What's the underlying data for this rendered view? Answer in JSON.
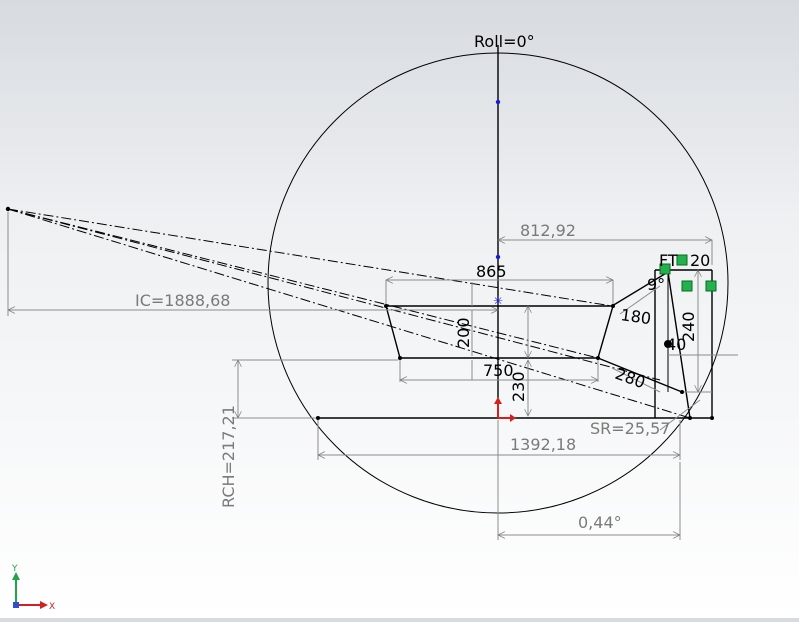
{
  "sketch": {
    "roll_label": "Roll=0°",
    "dimensions": {
      "width_top": "812,92",
      "width_865": "865",
      "ic": "IC=1888,68",
      "height_200": "200",
      "width_750": "750",
      "height_230": "230",
      "arm_180": "180",
      "arm_280": "280",
      "height_240": "240",
      "dim_40": "40",
      "angle_9": "9°",
      "rch": "RCH=217,21",
      "width_1392": "1392,18",
      "sr": "SR=25,57",
      "angle_044": "0,44°",
      "ft_label": "FT",
      "dim_20": "20"
    }
  },
  "triad": {
    "x_label": "X",
    "y_label": "Y"
  },
  "colors": {
    "dimension": "#8c8c8c",
    "geometry": "#000000",
    "relation": "#22b14c",
    "origin_red": "#d42020",
    "point_blue": "#1a1ad8"
  }
}
